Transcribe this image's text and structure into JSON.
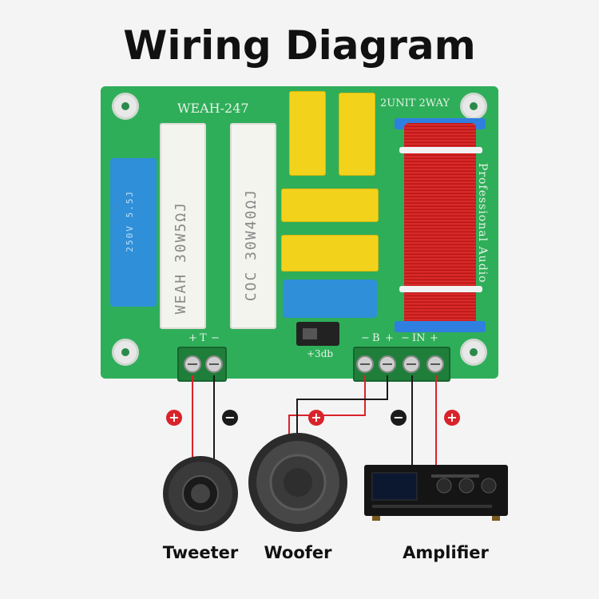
{
  "title": "Wiring Diagram",
  "board": {
    "model": "WEAH-247",
    "config": "2UNIT 2WAY",
    "side_text": "Professional Audio",
    "resistor1_text": "WEAH 30W5ΩJ",
    "resistor2_text": "COC 30W40ΩJ",
    "cap_blue_text": "250V 5.5J",
    "switch_label": "+3db",
    "tweeter_terminal_labels": [
      "+",
      "T",
      "−"
    ],
    "input_terminal_labels": [
      "−",
      "B",
      "+",
      "−",
      "IN",
      "+"
    ]
  },
  "signs": {
    "plus": "+",
    "minus": "−"
  },
  "components": {
    "tweeter": "Tweeter",
    "woofer": "Woofer",
    "amplifier": "Amplifier"
  },
  "colors": {
    "pcb": "#2fae5a",
    "positive_wire": "#d9232a",
    "negative_wire": "#1a1a1a",
    "coil": "#c71818"
  }
}
